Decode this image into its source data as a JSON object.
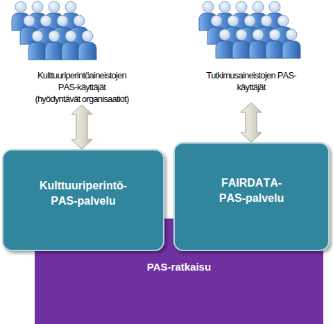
{
  "diagram": {
    "nodes": [
      {
        "text": [
          "Kulttuuriperintöaineistojen PAS-käyttäjät (hyödyntävät organisaatiot)"
        ]
      },
      {
        "text": [
          "Tutkimusaineistojen PAS-käyttäjät"
        ]
      },
      {
        "text": [
          "Kulttuuriperintö-PAS-palvelu"
        ]
      },
      {
        "text": [
          "FAIRDATA-PAS-palvelu"
        ]
      },
      {
        "text": [
          "PAS-ratkaisu"
        ]
      }
    ],
    "edges": [
      {
        "from": 0,
        "to": 2,
        "arrow": "both"
      },
      {
        "from": 1,
        "to": 3,
        "arrow": "both"
      }
    ]
  }
}
